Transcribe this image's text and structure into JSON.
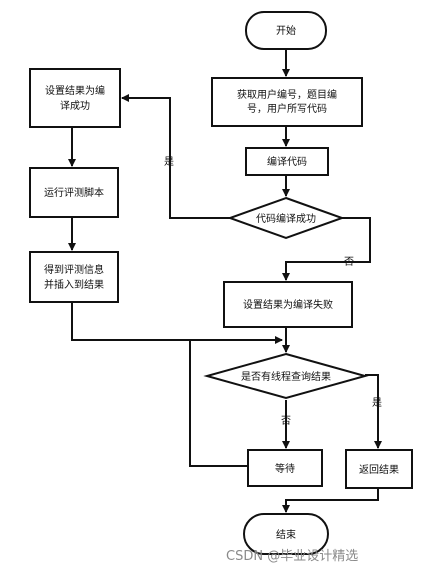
{
  "flowchart": {
    "start": "开始",
    "get_input_line1": "获取用户编号，题目编",
    "get_input_line2": "号，用户所写代码",
    "compile": "编译代码",
    "compile_success_decision": "代码编译成功",
    "yes_label_1": "是",
    "no_label_1": "否",
    "set_compile_success_line1": "设置结果为编",
    "set_compile_success_line2": "译成功",
    "run_test": "运行评测脚本",
    "get_result_line1": "得到评测信息",
    "get_result_line2": "并插入到结果",
    "set_compile_fail": "设置结果为编译失败",
    "thread_query_decision": "是否有线程查询结果",
    "no_label_2": "否",
    "yes_label_2": "是",
    "wait": "等待",
    "return_result": "返回结果",
    "end": "结束"
  },
  "watermark": "CSDN @毕业设计精选",
  "colors": {
    "stroke": "#111111",
    "background": "#ffffff",
    "watermark": "#8a8a8a"
  }
}
